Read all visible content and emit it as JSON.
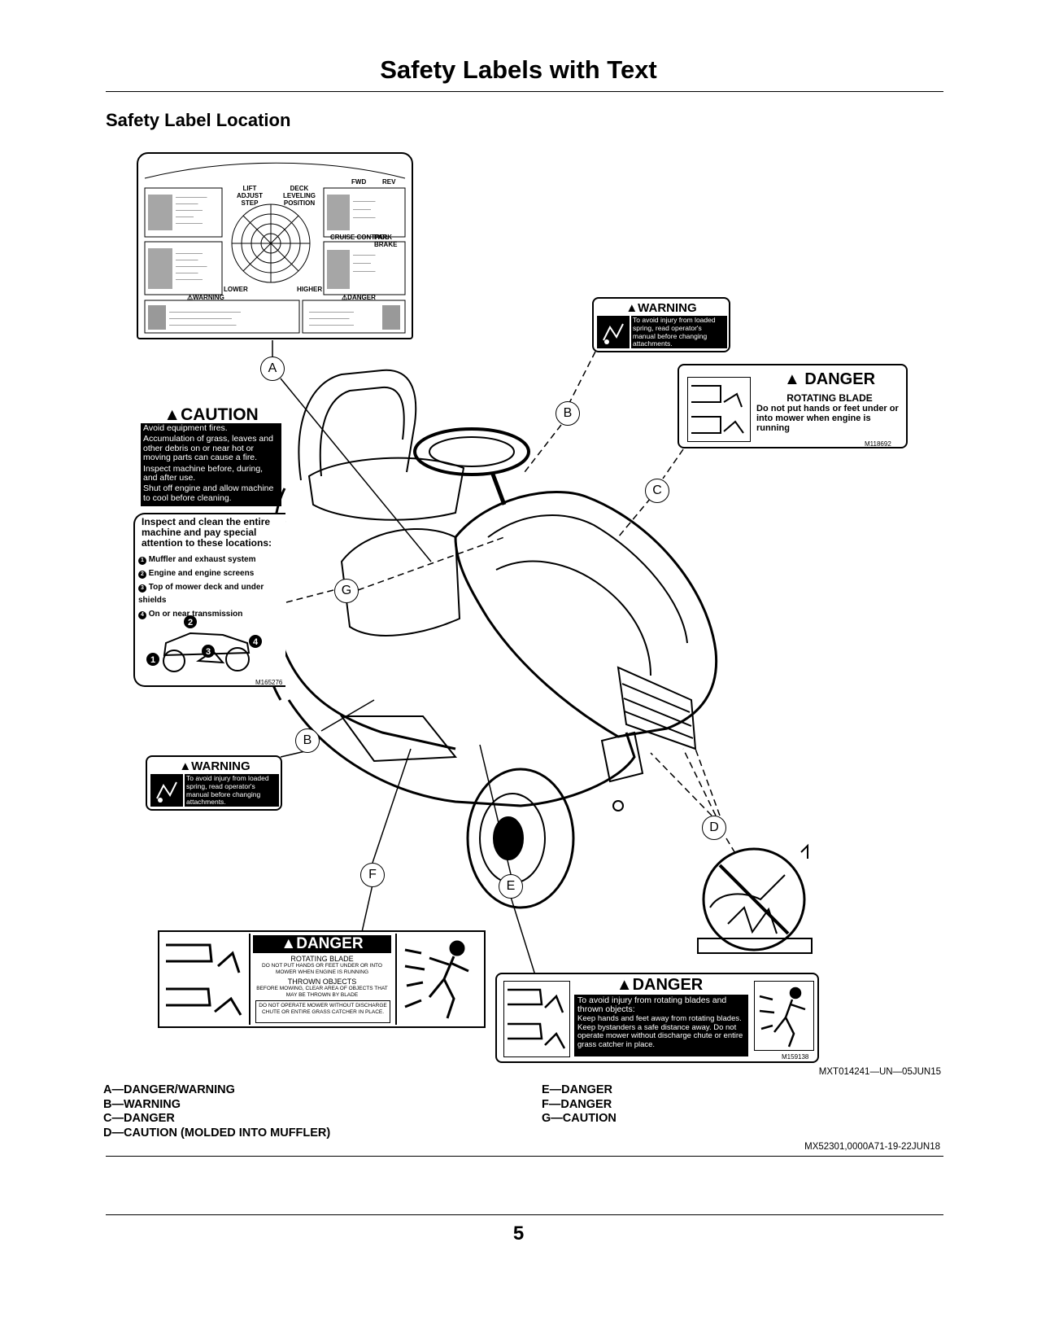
{
  "page": {
    "title": "Safety Labels with Text",
    "section_title": "Safety Label Location",
    "figure_code": "MXT014241—UN—05JUN15",
    "doc_code": "MX52301,0000A71-19-22JUN18",
    "page_number": "5"
  },
  "legend": {
    "left": [
      "A—DANGER/WARNING",
      "B—WARNING",
      "C—DANGER",
      "D—CAUTION (MOLDED INTO MUFFLER)"
    ],
    "right": [
      "E—DANGER",
      "F—DANGER",
      "G—CAUTION"
    ]
  },
  "callouts": {
    "a": "A",
    "b_top": "B",
    "b_bottom": "B",
    "c": "C",
    "d": "D",
    "e": "E",
    "f": "F",
    "g": "G"
  },
  "label_a": {
    "lift_adjust": "LIFT ADJUST STEP",
    "deck_leveling": "DECK LEVELING POSITION",
    "lower": "LOWER",
    "higher": "HIGHER",
    "warning": "⚠WARNING",
    "danger": "⚠DANGER",
    "cruise": "CRUISE CONTROL",
    "park": "PARK BRAKE",
    "fwd": "FWD",
    "rev": "REV"
  },
  "label_warning_top": {
    "heading": "WARNING",
    "text": "To avoid injury from loaded spring, read operator's manual before changing attachments."
  },
  "label_danger_c": {
    "heading": "DANGER",
    "sub": "ROTATING BLADE",
    "text": "Do not put hands or feet under or into mower when engine is running",
    "code": "M118692"
  },
  "label_caution_g": {
    "heading": "CAUTION",
    "line1": "Avoid equipment fires.",
    "line2": "Accumulation of grass, leaves and other debris on or near hot or moving parts can cause a fire.",
    "line3": "Inspect machine before, during, and after use.",
    "line4": "Shut off engine and allow machine to cool before cleaning.",
    "inspect_text": "Inspect and clean the entire machine and pay special attention to these locations:",
    "items": [
      "Muffler and exhaust system",
      "Engine and engine screens",
      "Top of mower deck and under shields",
      "On or near transmission"
    ],
    "numbers": [
      "1",
      "2",
      "3",
      "4"
    ],
    "code": "M165276"
  },
  "label_warning_b": {
    "heading": "WARNING",
    "text": "To avoid injury from loaded spring, read operator's manual before changing attachments."
  },
  "label_danger_f": {
    "heading": "DANGER",
    "sub1": "ROTATING BLADE",
    "text1": "DO NOT PUT HANDS OR FEET UNDER OR INTO MOWER WHEN ENGINE IS RUNNING",
    "sub2": "THROWN OBJECTS",
    "text2": "BEFORE MOWING, CLEAR AREA OF OBJECTS THAT MAY BE THROWN BY BLADE",
    "text3": "DO NOT OPERATE MOWER WITHOUT DISCHARGE CHUTE OR ENTIRE GRASS CATCHER IN PLACE."
  },
  "label_danger_e": {
    "heading": "DANGER",
    "lead": "To avoid injury from rotating blades and thrown objects:",
    "text": "Keep hands and feet away from rotating blades. Keep bystanders a safe distance away. Do not operate mower without discharge chute or entire grass catcher in place.",
    "code": "M159138"
  },
  "colors": {
    "ink": "#000000",
    "paper": "#ffffff"
  },
  "icons": [
    "warning-triangle-icon",
    "hand-spring-icon",
    "hand-blade-icon",
    "foot-blade-icon",
    "thrown-object-person-icon",
    "no-hand-muffler-icon",
    "tractor-icon"
  ]
}
